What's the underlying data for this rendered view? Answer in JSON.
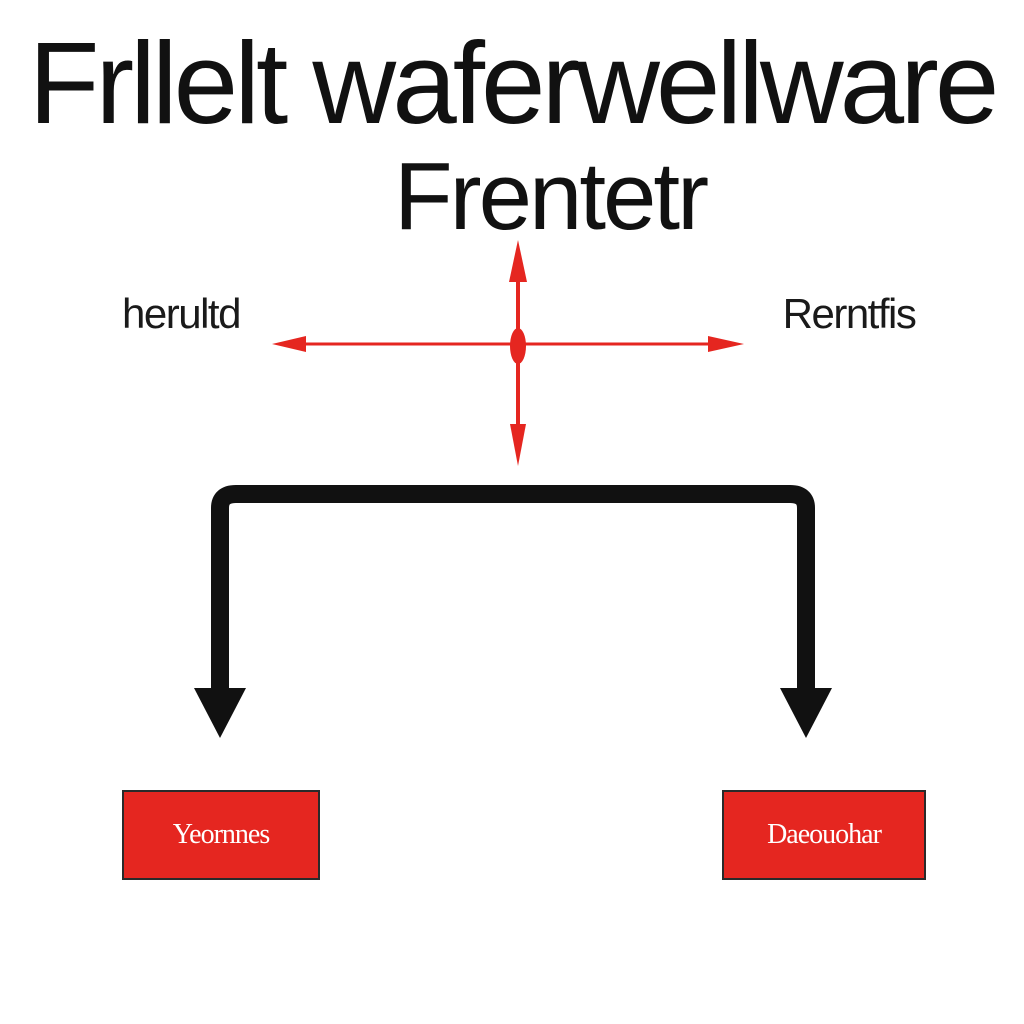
{
  "title": "Frllelt waferwellware",
  "subtitle": "Frentetr",
  "labels": {
    "left": "herultd",
    "right": "Rerntfis"
  },
  "boxes": {
    "left": "Yeornnes",
    "right": "Daeouohar"
  },
  "colors": {
    "accent_red": "#e52620",
    "line_black": "#111111",
    "background": "#ffffff"
  }
}
